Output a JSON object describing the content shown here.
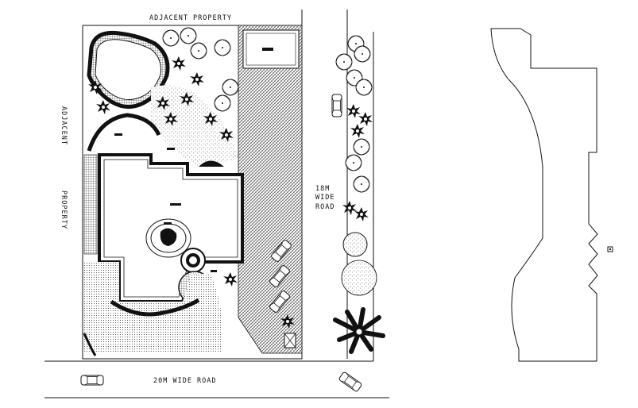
{
  "labels": {
    "top": "ADJACENT PROPERTY",
    "left_word1": "ADJACENT",
    "left_word2": "PROPERTY",
    "right_line1": "18M",
    "right_line2": "WIDE",
    "right_line3": "ROAD",
    "bottom": "20M WIDE ROAD"
  },
  "colors": {
    "ink": "#111111",
    "paper": "#ffffff"
  },
  "icons": {
    "tree": "tree-symbol",
    "car": "car-symbol",
    "palm": "palm-symbol"
  }
}
